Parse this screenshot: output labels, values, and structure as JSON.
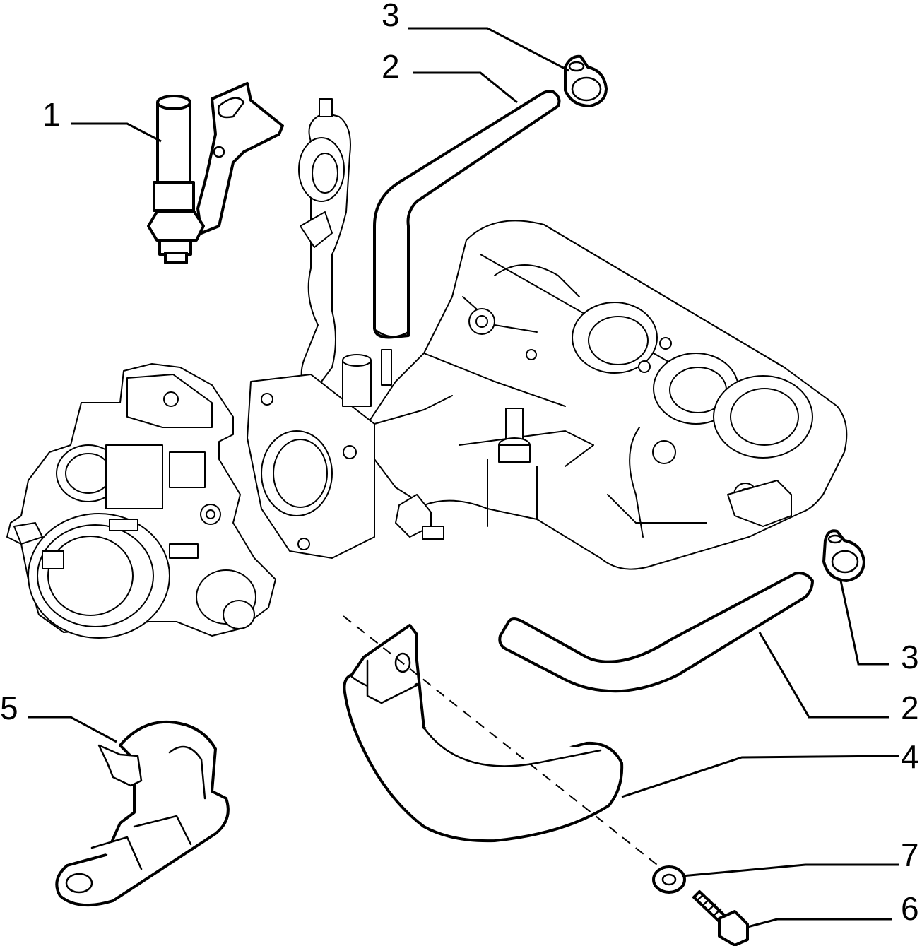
{
  "diagram": {
    "callouts": [
      {
        "id": "c1",
        "label": "1"
      },
      {
        "id": "c2a",
        "label": "2"
      },
      {
        "id": "c3a",
        "label": "3"
      },
      {
        "id": "c2b",
        "label": "2"
      },
      {
        "id": "c3b",
        "label": "3"
      },
      {
        "id": "c4",
        "label": "4"
      },
      {
        "id": "c5",
        "label": "5"
      },
      {
        "id": "c6",
        "label": "6"
      },
      {
        "id": "c7",
        "label": "7"
      }
    ]
  }
}
